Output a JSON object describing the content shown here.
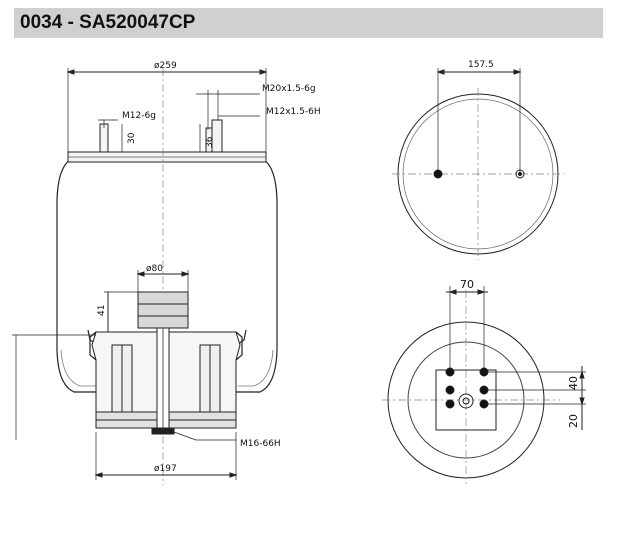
{
  "header": {
    "title": "0034 - SA520047CP"
  },
  "side_view": {
    "dia_top": "ø259",
    "thread_top_right_1": "M20x1.5-6g",
    "thread_top_right_2": "M12x1.5-6H",
    "thread_top_left": "M12-6g",
    "stud_h_left": "30",
    "stud_h_right": "36",
    "dia_piston": "ø80",
    "piston_h": "41",
    "thread_bottom": "M16-66H",
    "dia_bottom": "ø197"
  },
  "top_view": {
    "hole_spacing": "157.5"
  },
  "bottom_view": {
    "bolt_spacing": "70",
    "dim_40": "40",
    "dim_20": "20"
  }
}
